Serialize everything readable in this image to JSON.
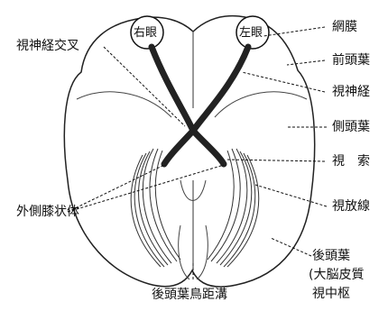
{
  "eyes": {
    "right": "右眼",
    "left": "左眼"
  },
  "labels": {
    "optic_chiasm": "視神経交叉",
    "retina": "網膜",
    "frontal_lobe": "前頭葉",
    "optic_nerve": "視神経",
    "temporal_lobe": "側頭葉",
    "optic_tract": "視　索",
    "optic_radiation": "視放線",
    "lateral_geniculate_body": "外側膝状体",
    "occipital_lobe": "後頭葉",
    "cerebral_cortex": "(大脳皮質",
    "visual_center": "視中枢",
    "calcarine_sulcus": "後頭葉鳥距溝"
  }
}
